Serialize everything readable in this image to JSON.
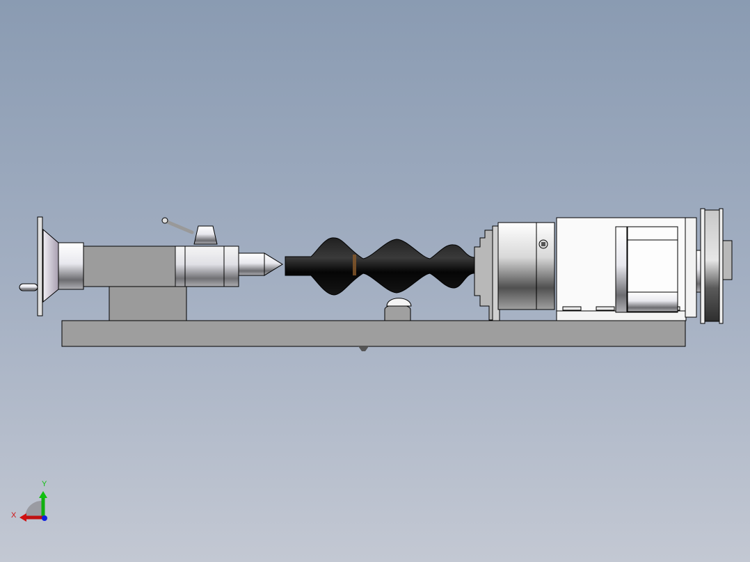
{
  "viewport": {
    "background_top": "#8a9bb2",
    "background_bottom": "#c3c8d3",
    "view": "Front"
  },
  "model": {
    "name": "Lathe assembly",
    "components": [
      "tailstock-handwheel",
      "tailstock-body",
      "tailstock-lock-lever",
      "live-center",
      "workpiece",
      "tool-rest",
      "lathe-bed",
      "chuck",
      "spindle-housing",
      "stepper-motor",
      "drive-pulley"
    ],
    "colors": {
      "bed": "#9c9c9c",
      "workpiece": "#101010",
      "metal_light": "#f2f2f2",
      "outline": "#000000"
    }
  },
  "triad": {
    "x_label": "X",
    "y_label": "Y",
    "x_color": "#d01010",
    "y_color": "#10c010",
    "z_color": "#1020e0"
  }
}
